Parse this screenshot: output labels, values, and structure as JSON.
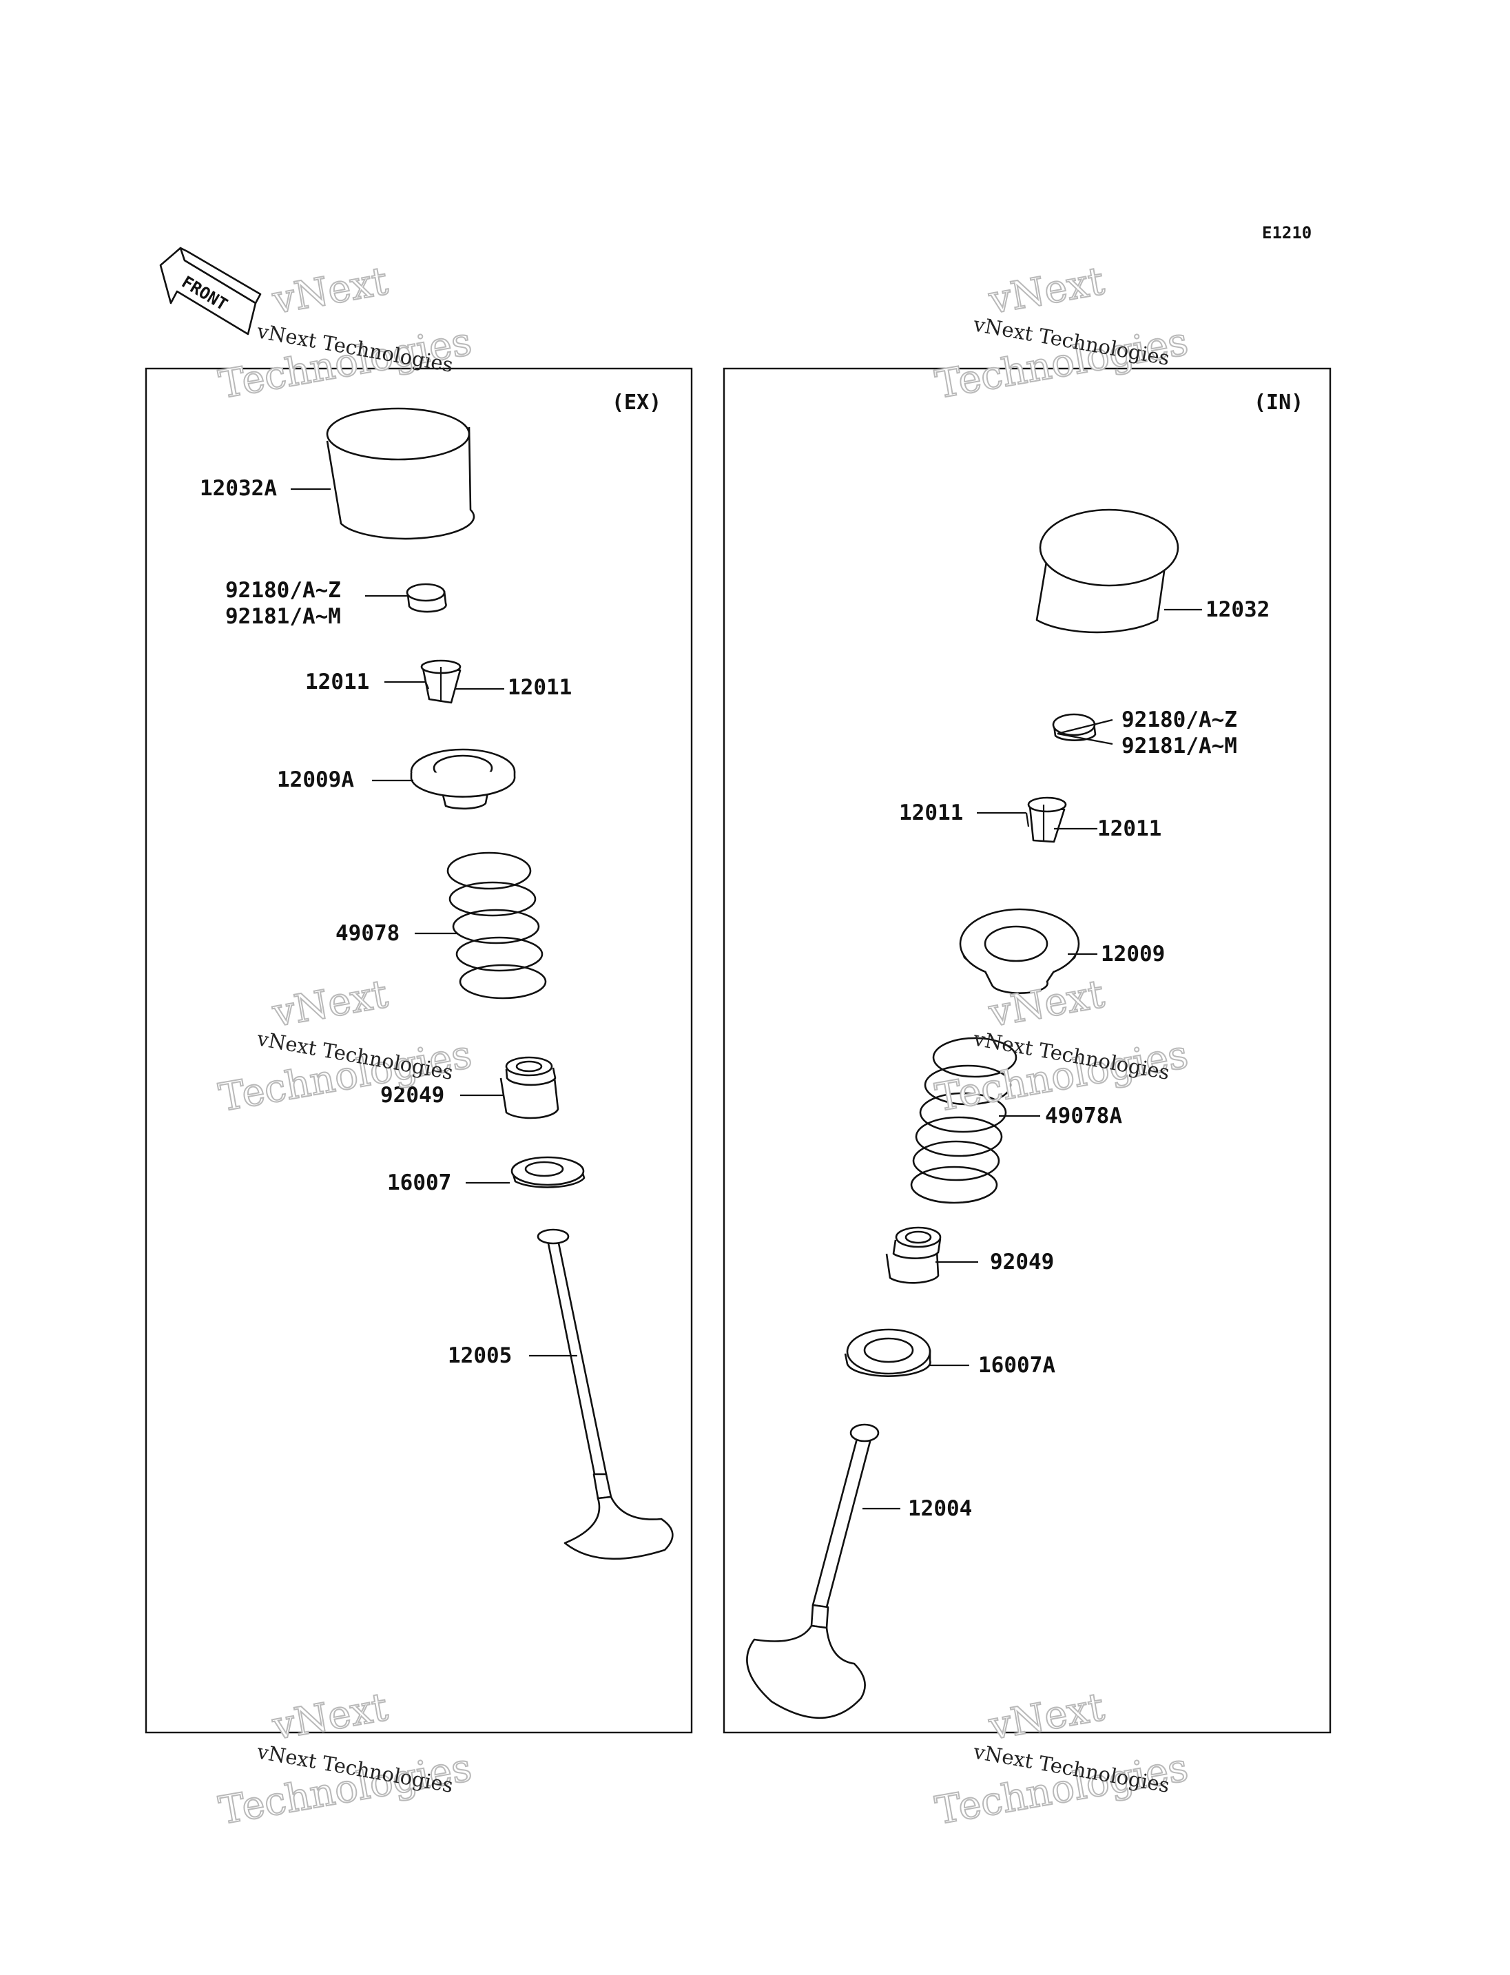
{
  "diagram_code": "E1210",
  "front_label": "FRONT",
  "watermark": {
    "line1": "vNext Technologies",
    "line2": "vNext",
    "line3": "Technologies"
  },
  "sections": {
    "exhaust": {
      "title": "(EX)",
      "labels": {
        "tappet": "12032A",
        "shim_1": "92180/A~Z",
        "shim_2": "92181/A~M",
        "cotter_left": "12011",
        "cotter_right": "12011",
        "retainer": "12009A",
        "spring": "49078",
        "stem_seal": "92049",
        "spring_seat": "16007",
        "valve": "12005"
      }
    },
    "intake": {
      "title": "(IN)",
      "labels": {
        "tappet": "12032",
        "shim_1": "92180/A~Z",
        "shim_2": "92181/A~M",
        "cotter_left": "12011",
        "cotter_right": "12011",
        "retainer": "12009",
        "spring": "49078A",
        "stem_seal": "92049",
        "spring_seat": "16007A",
        "valve": "12004"
      }
    }
  }
}
